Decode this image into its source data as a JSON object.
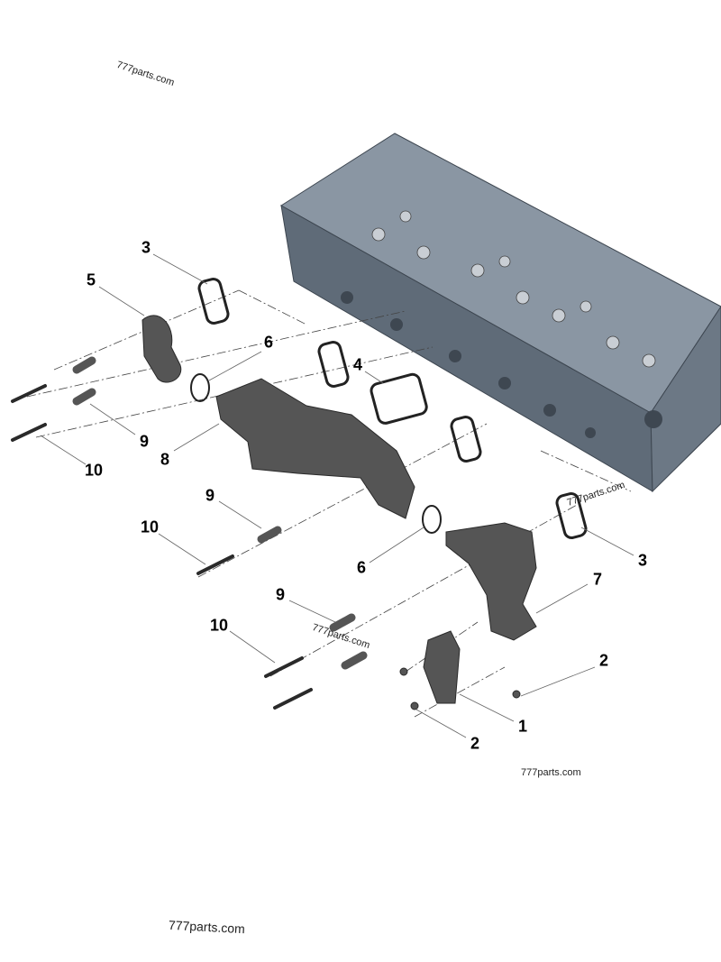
{
  "diagram": {
    "callouts": [
      {
        "id": "c3a",
        "label": "3"
      },
      {
        "id": "c5",
        "label": "5"
      },
      {
        "id": "c6a",
        "label": "6"
      },
      {
        "id": "c4",
        "label": "4"
      },
      {
        "id": "c9a",
        "label": "9"
      },
      {
        "id": "c8",
        "label": "8"
      },
      {
        "id": "c10a",
        "label": "10"
      },
      {
        "id": "c9b",
        "label": "9"
      },
      {
        "id": "c10b",
        "label": "10"
      },
      {
        "id": "c6b",
        "label": "6"
      },
      {
        "id": "c3b",
        "label": "3"
      },
      {
        "id": "c7",
        "label": "7"
      },
      {
        "id": "c9c",
        "label": "9"
      },
      {
        "id": "c10c",
        "label": "10"
      },
      {
        "id": "c2a",
        "label": "2"
      },
      {
        "id": "c1",
        "label": "1"
      },
      {
        "id": "c2b",
        "label": "2"
      }
    ],
    "watermarks": [
      "777parts.com",
      "777parts.com",
      "777parts.com",
      "777parts.com",
      "777parts.com"
    ],
    "colors": {
      "head": "#5f6b78",
      "head_top": "#8a96a3",
      "manifold": "#555555",
      "gasket": "#333333",
      "leader": "#666666"
    }
  }
}
